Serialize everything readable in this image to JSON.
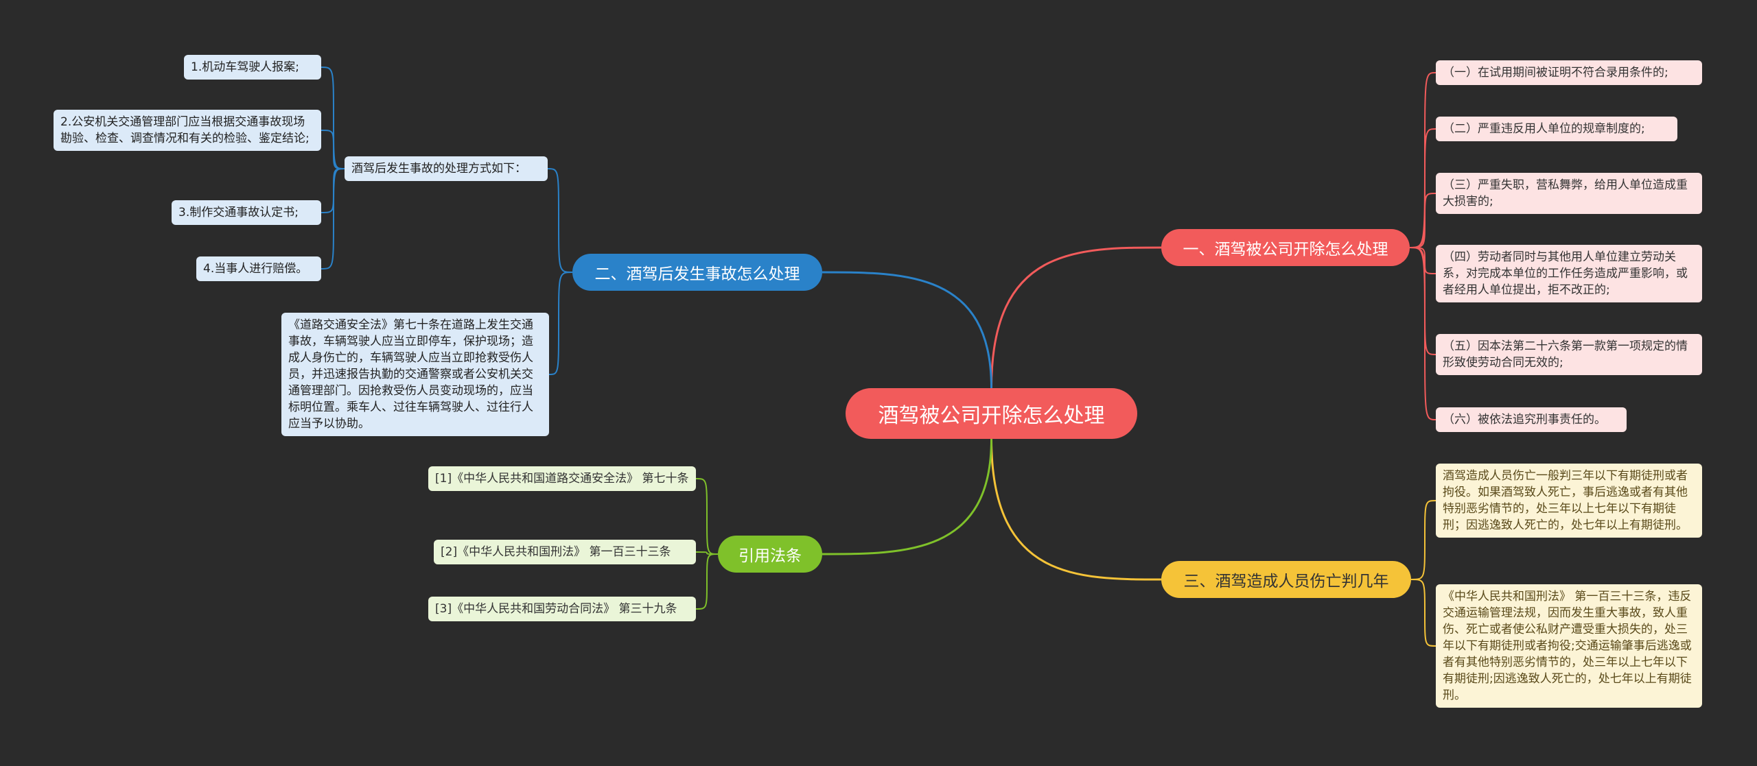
{
  "root": "酒驾被公司开除怎么处理",
  "branches": {
    "b1": {
      "label": "一、酒驾被公司开除怎么处理",
      "items": [
        "（一）在试用期间被证明不符合录用条件的;",
        "（二）严重违反用人单位的规章制度的;",
        "（三）严重失职，营私舞弊，给用人单位造成重大损害的;",
        "（四）劳动者同时与其他用人单位建立劳动关系，对完成本单位的工作任务造成严重影响，或者经用人单位提出，拒不改正的;",
        "（五）因本法第二十六条第一款第一项规定的情形致使劳动合同无效的;",
        "（六）被依法追究刑事责任的。"
      ]
    },
    "b2": {
      "label": "二、酒驾后发生事故怎么处理",
      "sub": "酒驾后发生事故的处理方式如下：",
      "subitems": [
        "1.机动车驾驶人报案;",
        "2.公安机关交通管理部门应当根据交通事故现场勘验、检查、调查情况和有关的检验、鉴定结论;",
        "3.制作交通事故认定书;",
        "4.当事人进行赔偿。"
      ],
      "law": "《道路交通安全法》第七十条在道路上发生交通事故，车辆驾驶人应当立即停车，保护现场；造成人身伤亡的，车辆驾驶人应当立即抢救受伤人员，并迅速报告执勤的交通警察或者公安机关交通管理部门。因抢救受伤人员变动现场的，应当标明位置。乘车人、过往车辆驾驶人、过往行人应当予以协助。"
    },
    "b3": {
      "label": "三、酒驾造成人员伤亡判几年",
      "items": [
        "酒驾造成人员伤亡一般判三年以下有期徒刑或者拘役。如果酒驾致人死亡，事后逃逸或者有其他特别恶劣情节的，处三年以上七年以下有期徒刑；因逃逸致人死亡的，处七年以上有期徒刑。",
        "《中华人民共和国刑法》 第一百三十三条，违反交通运输管理法规，因而发生重大事故，致人重伤、死亡或者使公私财产遭受重大损失的，处三年以下有期徒刑或者拘役;交通运输肇事后逃逸或者有其他特别恶劣情节的，处三年以上七年以下有期徒刑;因逃逸致人死亡的，处七年以上有期徒刑。"
      ]
    },
    "b4": {
      "label": "引用法条",
      "items": [
        "[1]《中华人民共和国道路交通安全法》 第七十条",
        "[2]《中华人民共和国刑法》 第一百三十三条",
        "[3]《中华人民共和国劳动合同法》 第三十九条"
      ]
    }
  },
  "colors": {
    "background": "#2b2b2b",
    "red": "#f25b5b",
    "blue": "#2a82c9",
    "yellow": "#f5c338",
    "green": "#7fc12a"
  }
}
